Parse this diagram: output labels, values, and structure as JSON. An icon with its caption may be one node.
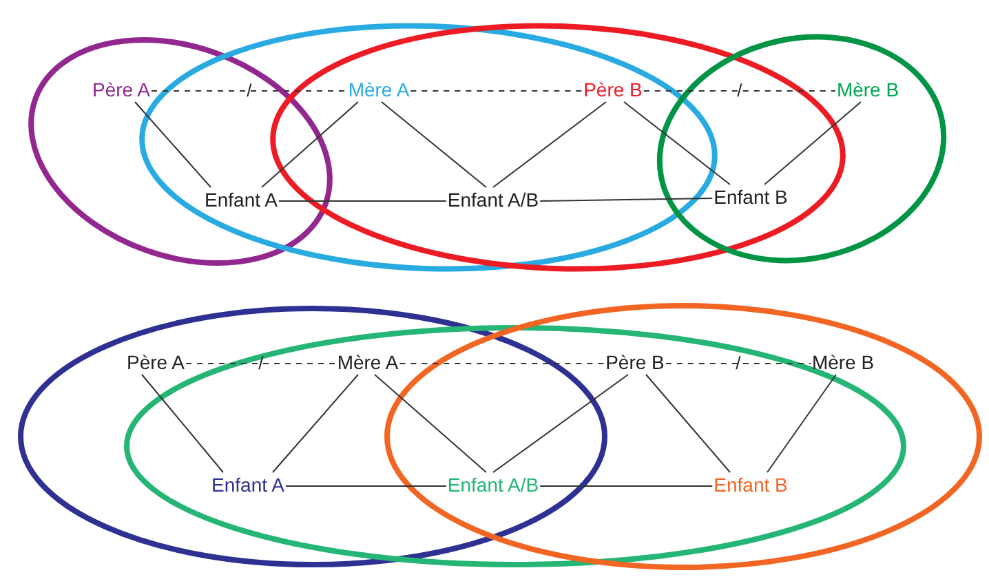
{
  "diagram": {
    "nodes": [
      {
        "text": [
          "Père A"
        ]
      },
      {
        "text": [
          "Mère A"
        ]
      },
      {
        "text": [
          "Père B"
        ]
      },
      {
        "text": [
          "Mère B"
        ]
      },
      {
        "text": [
          "Enfant A"
        ]
      },
      {
        "text": [
          "Enfant A/B"
        ]
      },
      {
        "text": [
          "Enfant B"
        ]
      },
      {
        "text": [
          "Père A"
        ]
      },
      {
        "text": [
          "Mère A"
        ]
      },
      {
        "text": [
          "Père B"
        ]
      },
      {
        "text": [
          "Mère B"
        ]
      },
      {
        "text": [
          "Enfant A"
        ]
      },
      {
        "text": [
          "Enfant A/B"
        ]
      },
      {
        "text": [
          "Enfant B"
        ]
      }
    ],
    "edges": [
      {
        "from": 0,
        "to": 1,
        "arrow": "none",
        "style": "dashed",
        "label": "/"
      },
      {
        "from": 1,
        "to": 2,
        "arrow": "none",
        "style": "dashed"
      },
      {
        "from": 2,
        "to": 3,
        "arrow": "none",
        "style": "dashed",
        "label": "/"
      },
      {
        "from": 0,
        "to": 4,
        "arrow": "none"
      },
      {
        "from": 1,
        "to": 4,
        "arrow": "none"
      },
      {
        "from": 1,
        "to": 5,
        "arrow": "none"
      },
      {
        "from": 2,
        "to": 5,
        "arrow": "none"
      },
      {
        "from": 2,
        "to": 6,
        "arrow": "none"
      },
      {
        "from": 3,
        "to": 6,
        "arrow": "none"
      },
      {
        "from": 4,
        "to": 5,
        "arrow": "none"
      },
      {
        "from": 5,
        "to": 6,
        "arrow": "none"
      },
      {
        "from": 7,
        "to": 8,
        "arrow": "none",
        "style": "dashed",
        "label": "/"
      },
      {
        "from": 8,
        "to": 9,
        "arrow": "none",
        "style": "dashed"
      },
      {
        "from": 9,
        "to": 10,
        "arrow": "none",
        "style": "dashed",
        "label": "/"
      },
      {
        "from": 7,
        "to": 11,
        "arrow": "none"
      },
      {
        "from": 8,
        "to": 11,
        "arrow": "none"
      },
      {
        "from": 8,
        "to": 12,
        "arrow": "none"
      },
      {
        "from": 9,
        "to": 12,
        "arrow": "none"
      },
      {
        "from": 9,
        "to": 13,
        "arrow": "none"
      },
      {
        "from": 10,
        "to": 13,
        "arrow": "none"
      },
      {
        "from": 11,
        "to": 12,
        "arrow": "none"
      },
      {
        "from": 12,
        "to": 13,
        "arrow": "none"
      }
    ]
  }
}
